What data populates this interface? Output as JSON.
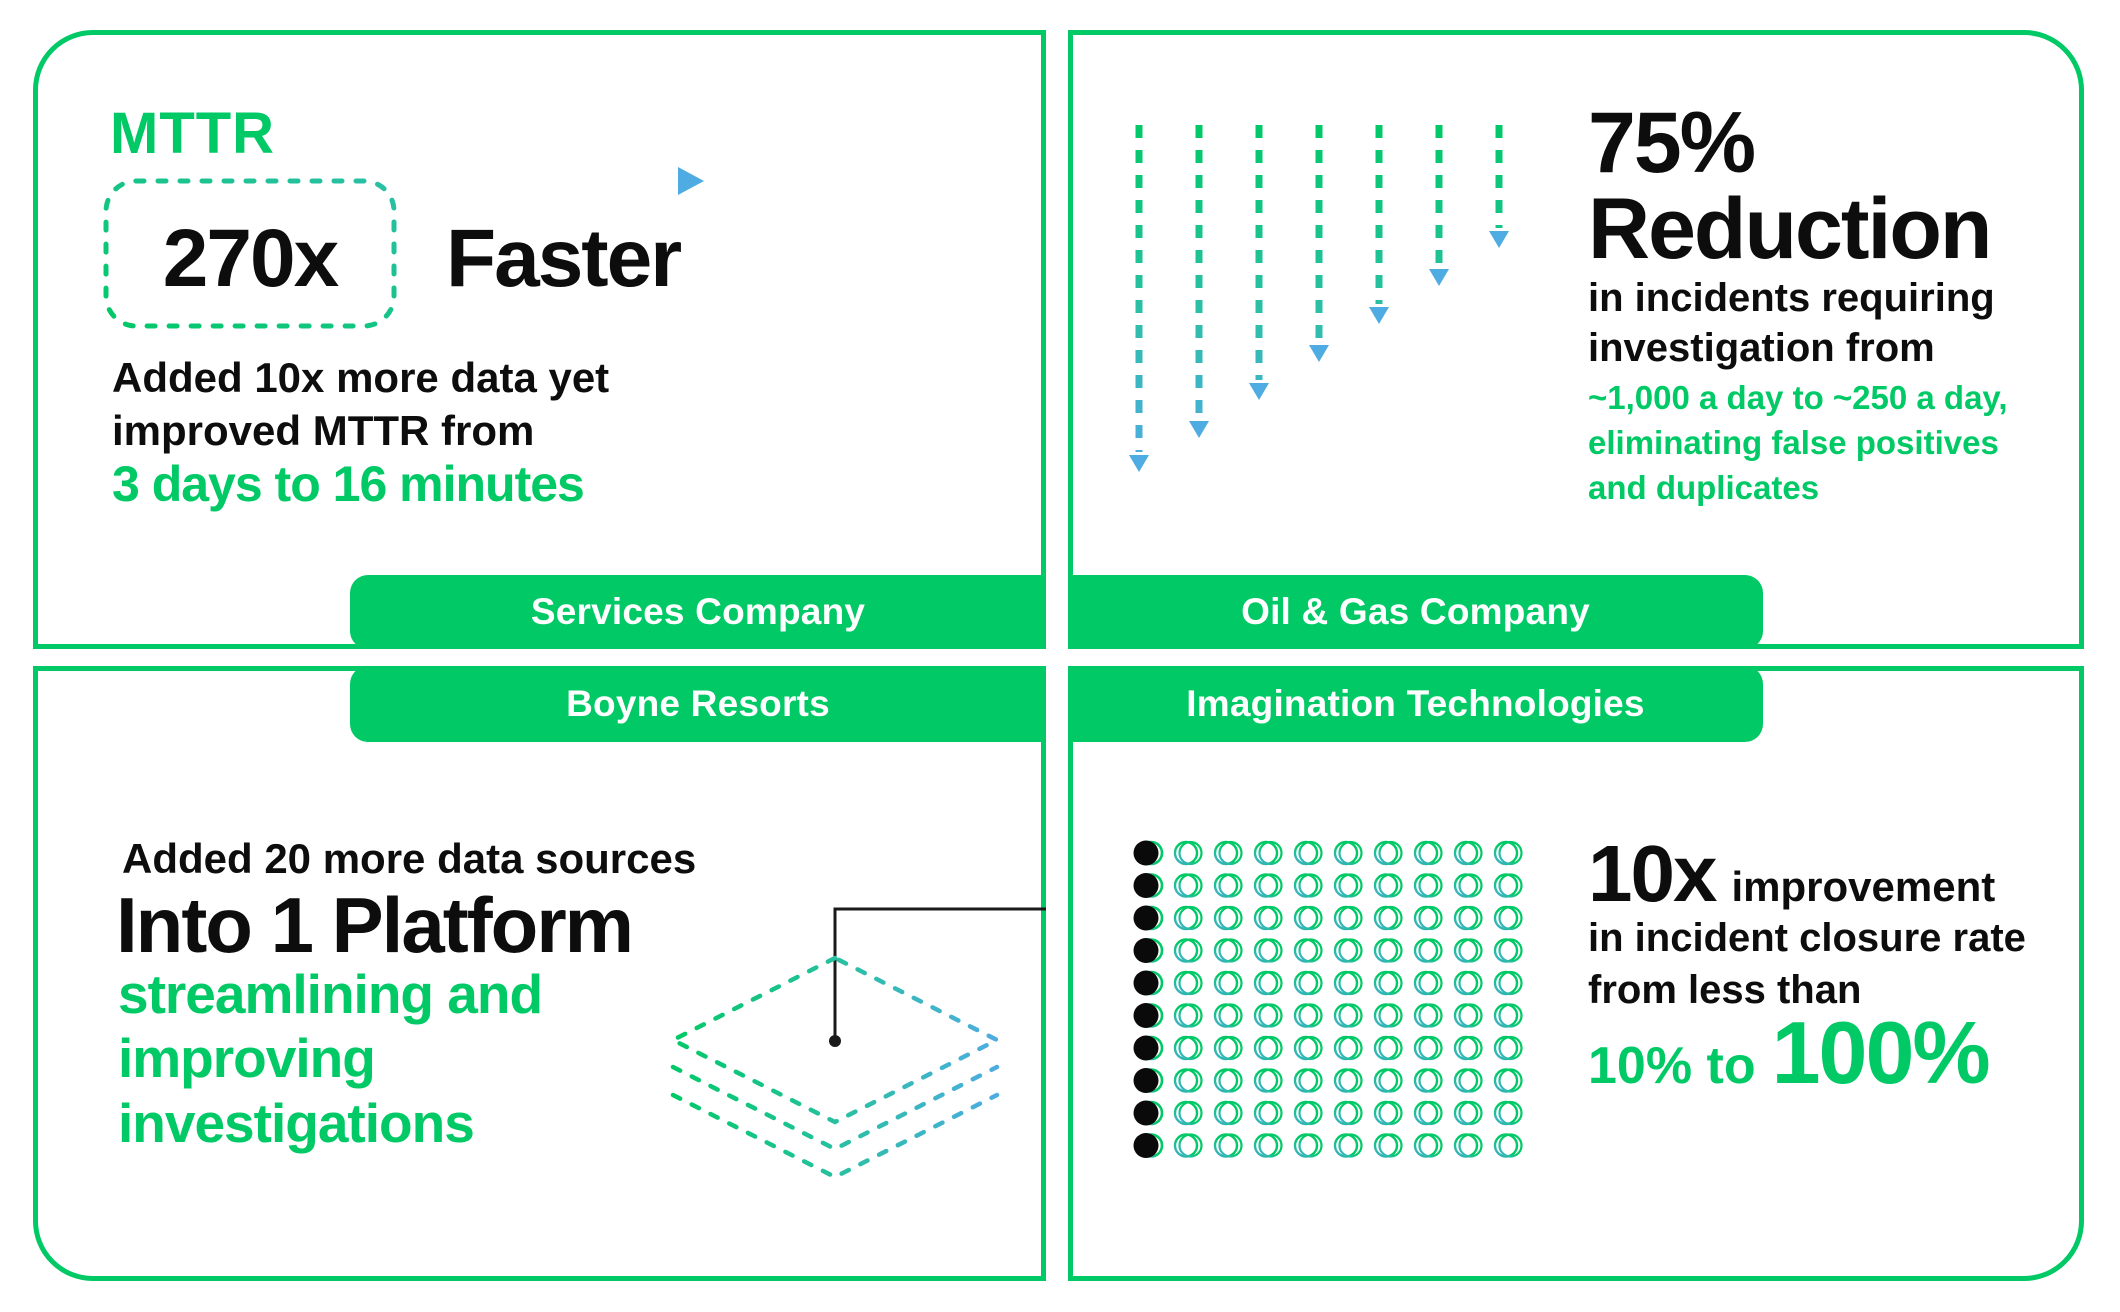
{
  "colors": {
    "green": "#00C966",
    "teal": "#2BBFA6",
    "blue": "#4FACE2",
    "ink": "#0D0D0D"
  },
  "panels": {
    "services": {
      "badge": "Services Company",
      "kicker": "MTTR",
      "stat": "270x",
      "stat_suffix": "Faster",
      "line1": "Added 10x more data yet",
      "line2": "improved MTTR from",
      "highlight": "3 days to 16 minutes"
    },
    "oil_gas": {
      "badge": "Oil & Gas Company",
      "stat_line1": "75%",
      "stat_line2": "Reduction",
      "line1": "in incidents requiring",
      "line2": "investigation from",
      "green1": "~1,000 a day to ~250 a day,",
      "green2": "eliminating false positives",
      "green3": "and duplicates"
    },
    "boyne": {
      "badge": "Boyne Resorts",
      "line1": "Added 20 more data sources",
      "stat": "Into 1 Platform",
      "green1": "streamlining and",
      "green2": "improving",
      "green3": "investigations"
    },
    "imagination": {
      "badge": "Imagination Technologies",
      "stat": "10x",
      "stat_suffix": "improvement",
      "line1": "in incident closure rate",
      "line2": "from less than",
      "green_small": "10% to",
      "green_big": "100%"
    }
  },
  "graphics": {
    "reduction_arrows": {
      "count": 7,
      "meaning": "incidents decreasing, dashed arrows of diminishing length"
    },
    "pictogram": {
      "rows": 10,
      "cols": 10,
      "filled_cols": 1,
      "meaning": "1 of 10 columns filled = less than 10% closure rate"
    },
    "platform_layers": {
      "count": 3,
      "meaning": "data sources stacked into 1 platform"
    }
  },
  "chart_data": [
    {
      "type": "pictogram",
      "title": "incident closure rate",
      "rows": 10,
      "cols": 10,
      "filled_cols": 1,
      "from": "less than 10%",
      "to": "100%"
    },
    {
      "type": "arrows",
      "title": "incidents requiring investigation",
      "count": 7,
      "trend": "decreasing",
      "from": "~1,000 a day",
      "to": "~250 a day"
    }
  ]
}
